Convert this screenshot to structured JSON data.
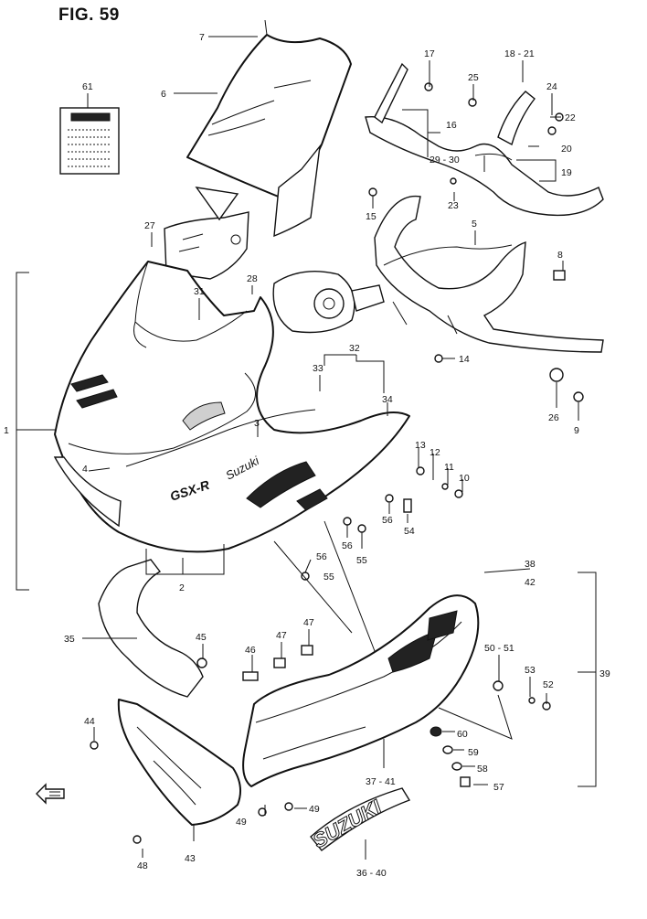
{
  "figure": {
    "title": "FIG. 59"
  },
  "callouts": [
    {
      "id": "c7",
      "text": "7"
    },
    {
      "id": "c6",
      "text": "6"
    },
    {
      "id": "c17",
      "text": "17"
    },
    {
      "id": "c18",
      "text": "18 - 21"
    },
    {
      "id": "c25",
      "text": "25"
    },
    {
      "id": "c24",
      "text": "24"
    },
    {
      "id": "c22",
      "text": "22"
    },
    {
      "id": "c16",
      "text": "16"
    },
    {
      "id": "c61",
      "text": "61"
    },
    {
      "id": "c20",
      "text": "20"
    },
    {
      "id": "c2930",
      "text": "29 - 30"
    },
    {
      "id": "c19",
      "text": "19"
    },
    {
      "id": "c23",
      "text": "23"
    },
    {
      "id": "c15",
      "text": "15"
    },
    {
      "id": "c5",
      "text": "5"
    },
    {
      "id": "c27",
      "text": "27"
    },
    {
      "id": "c8",
      "text": "8"
    },
    {
      "id": "c28",
      "text": "28"
    },
    {
      "id": "c31",
      "text": "31"
    },
    {
      "id": "c1",
      "text": "1"
    },
    {
      "id": "c32",
      "text": "32"
    },
    {
      "id": "c14",
      "text": "14"
    },
    {
      "id": "c33",
      "text": "33"
    },
    {
      "id": "c34",
      "text": "34"
    },
    {
      "id": "c26",
      "text": "26"
    },
    {
      "id": "c9",
      "text": "9"
    },
    {
      "id": "c3",
      "text": "3"
    },
    {
      "id": "c13",
      "text": "13"
    },
    {
      "id": "c12",
      "text": "12"
    },
    {
      "id": "c11",
      "text": "11"
    },
    {
      "id": "c10",
      "text": "10"
    },
    {
      "id": "c4",
      "text": "4"
    },
    {
      "id": "c56a",
      "text": "56"
    },
    {
      "id": "c54",
      "text": "54"
    },
    {
      "id": "c56b",
      "text": "56"
    },
    {
      "id": "c55a",
      "text": "55"
    },
    {
      "id": "c56c",
      "text": "56"
    },
    {
      "id": "c55b",
      "text": "55"
    },
    {
      "id": "c2",
      "text": "2"
    },
    {
      "id": "c38",
      "text": "38"
    },
    {
      "id": "c42",
      "text": "42"
    },
    {
      "id": "c35",
      "text": "35"
    },
    {
      "id": "c45",
      "text": "45"
    },
    {
      "id": "c47a",
      "text": "47"
    },
    {
      "id": "c47b",
      "text": "47"
    },
    {
      "id": "c46",
      "text": "46"
    },
    {
      "id": "c5051",
      "text": "50 - 51"
    },
    {
      "id": "c39",
      "text": "39"
    },
    {
      "id": "c53",
      "text": "53"
    },
    {
      "id": "c52",
      "text": "52"
    },
    {
      "id": "c44",
      "text": "44"
    },
    {
      "id": "c60",
      "text": "60"
    },
    {
      "id": "c59",
      "text": "59"
    },
    {
      "id": "c58",
      "text": "58"
    },
    {
      "id": "c3741",
      "text": "37 - 41"
    },
    {
      "id": "c57",
      "text": "57"
    },
    {
      "id": "c49a",
      "text": "49"
    },
    {
      "id": "c49b",
      "text": "49"
    },
    {
      "id": "c48",
      "text": "48"
    },
    {
      "id": "c43",
      "text": "43"
    },
    {
      "id": "c3640",
      "text": "36 - 40"
    }
  ],
  "decals": {
    "brand_logo": "SUZUKI",
    "cowl_model": "GSX-R",
    "cowl_side_script": "Suzuki"
  },
  "label_card": {
    "icon": "caution-label-icon"
  }
}
